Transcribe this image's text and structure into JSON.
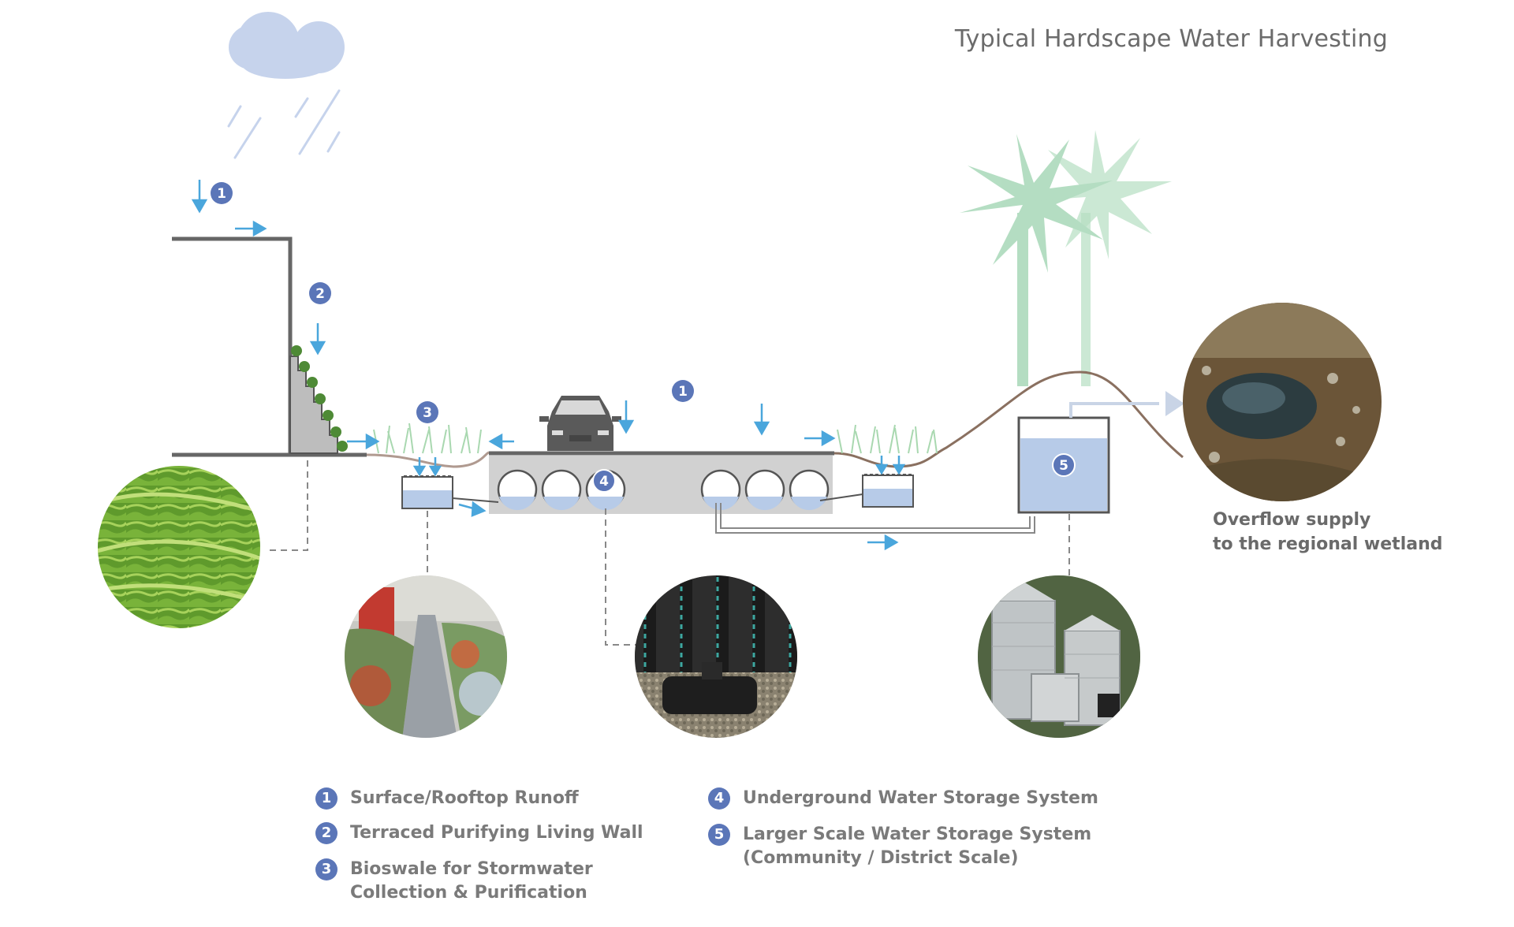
{
  "title": "Typical Hardscape Water Harvesting",
  "overflow_note": [
    "Overflow supply",
    "to the regional wetland"
  ],
  "markers": [
    "1",
    "2",
    "3",
    "4",
    "5"
  ],
  "legend": [
    {
      "num": "1",
      "lines": [
        "Surface/Rooftop Runoff"
      ]
    },
    {
      "num": "2",
      "lines": [
        "Terraced Purifying Living Wall"
      ]
    },
    {
      "num": "3",
      "lines": [
        "Bioswale for Stormwater",
        "Collection & Purification"
      ]
    },
    {
      "num": "4",
      "lines": [
        "Underground Water Storage System"
      ]
    },
    {
      "num": "5",
      "lines": [
        "Larger Scale Water Storage System",
        "(Community / District Scale)"
      ]
    }
  ],
  "photos": [
    "terraced-rice-fields",
    "bioswale-street",
    "underground-storage-pipes",
    "steel-water-tanks",
    "regional-wetland-pond"
  ],
  "colors": {
    "marker": "#5b76b8",
    "flow_arrow": "#4aa6dc",
    "water": "#b7cbe8",
    "structure": "#666666",
    "vegetation": "#a8d8b8"
  }
}
